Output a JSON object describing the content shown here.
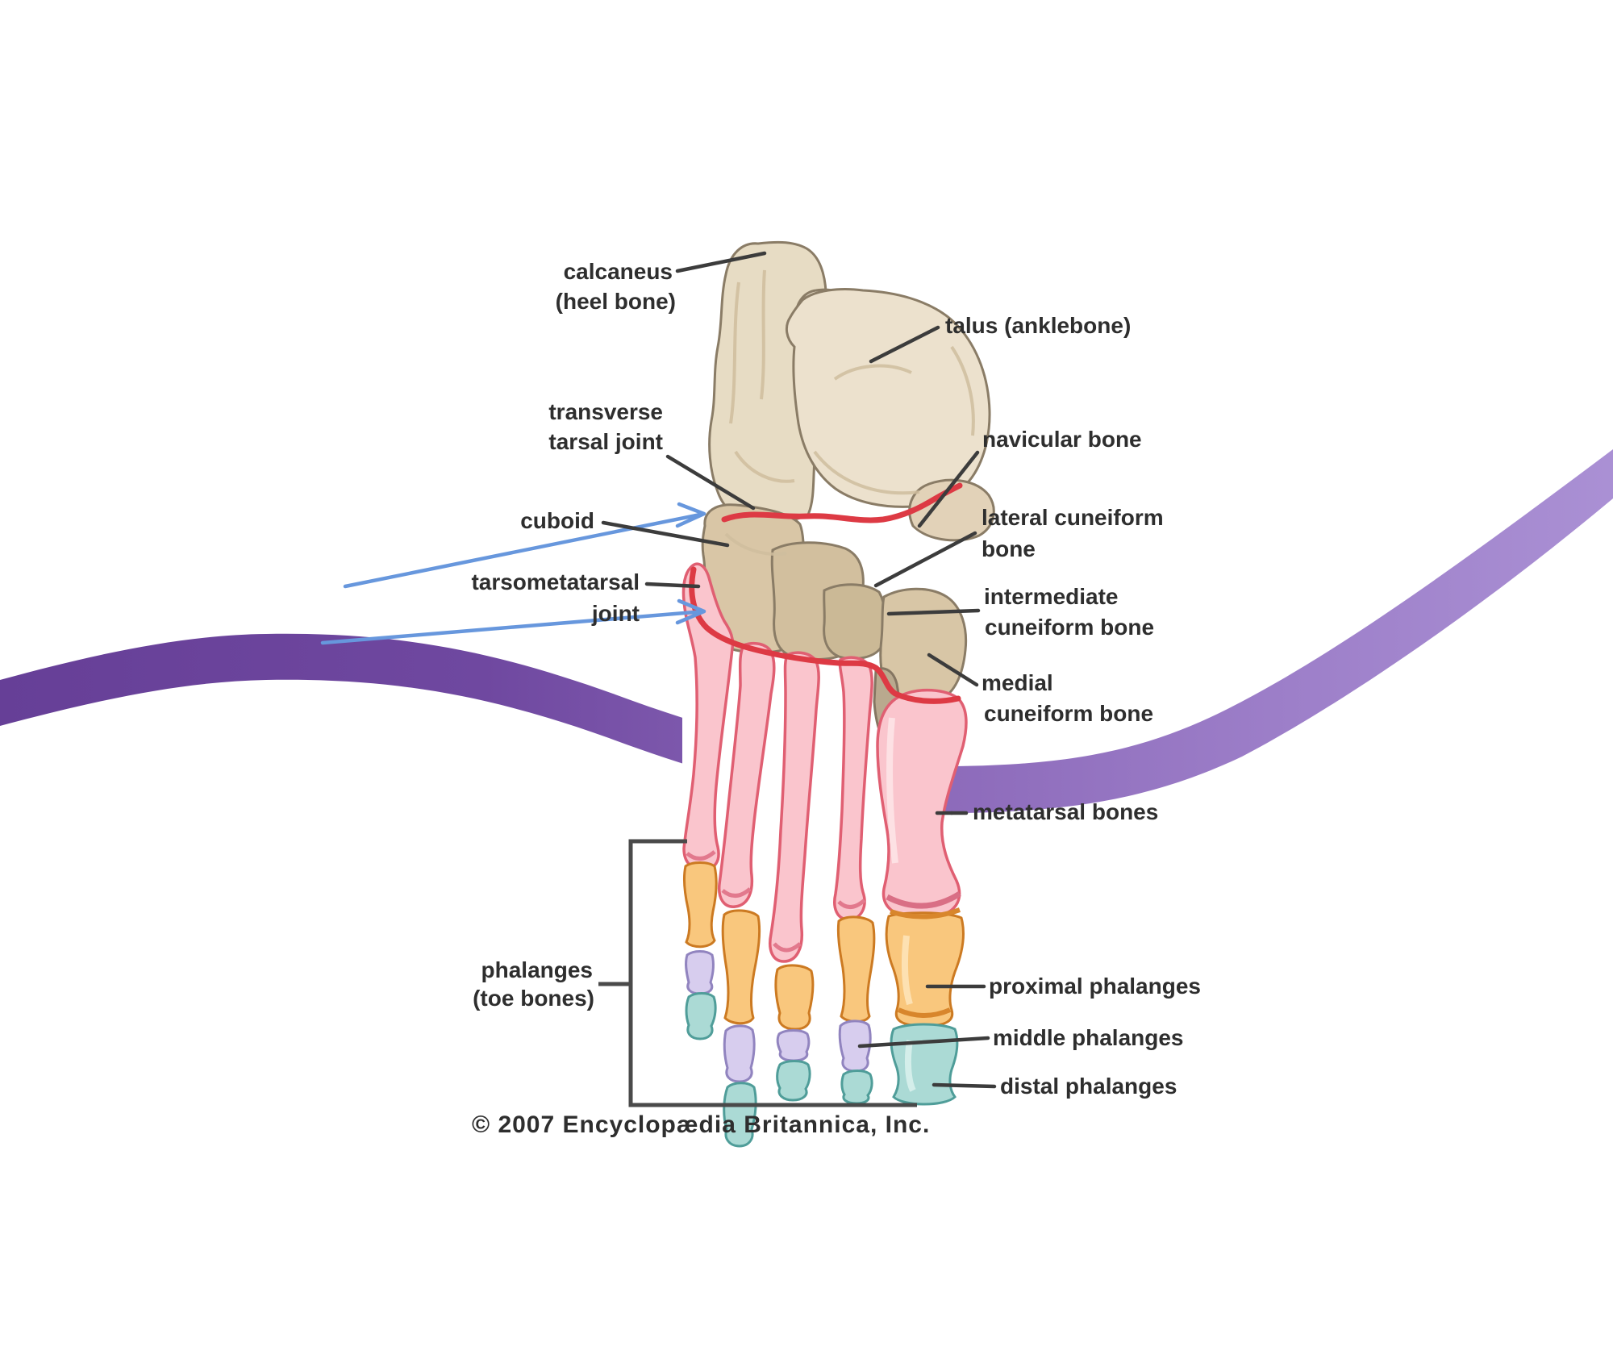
{
  "figure": {
    "copyright": "© 2007 Encyclopædia Britannica, Inc.",
    "colors": {
      "ribbon_left": "#663f97",
      "ribbon_mid": "#8a67b8",
      "ribbon_right": "#aa90d4",
      "tarsal_bone": "#e7dcc4",
      "tarsal_bone_dark": "#d9c6a6",
      "metatarsal_pink": "#fac5cd",
      "proximal_orange": "#f9c77d",
      "middle_lavender": "#d7cdee",
      "distal_teal": "#abdad5",
      "joint_red": "#dd3a44",
      "arrow_blue": "#6797dd",
      "label_text": "#2e2e2e"
    },
    "labels": {
      "calcaneus": {
        "line1": "calcaneus",
        "line2": "(heel bone)"
      },
      "transverse": {
        "line1": "transverse",
        "line2": "tarsal joint"
      },
      "cuboid": {
        "text": "cuboid"
      },
      "tarsometatarsal": {
        "line1": "tarsometatarsal",
        "line2": "joint"
      },
      "talus": {
        "text": "talus (anklebone)"
      },
      "navicular": {
        "text": "navicular bone"
      },
      "lateral_cuneiform": {
        "line1": "lateral cuneiform",
        "line2": "bone"
      },
      "intermediate_cuneiform": {
        "line1": "intermediate",
        "line2": "cuneiform bone"
      },
      "medial_cuneiform": {
        "line1": "medial",
        "line2": "cuneiform bone"
      },
      "metatarsal": {
        "text": "metatarsal bones"
      },
      "proximal_phalanges": {
        "text": "proximal phalanges"
      },
      "middle_phalanges": {
        "text": "middle phalanges"
      },
      "distal_phalanges": {
        "text": "distal phalanges"
      },
      "phalanges": {
        "line1": "phalanges",
        "line2": "(toe bones)"
      }
    }
  }
}
